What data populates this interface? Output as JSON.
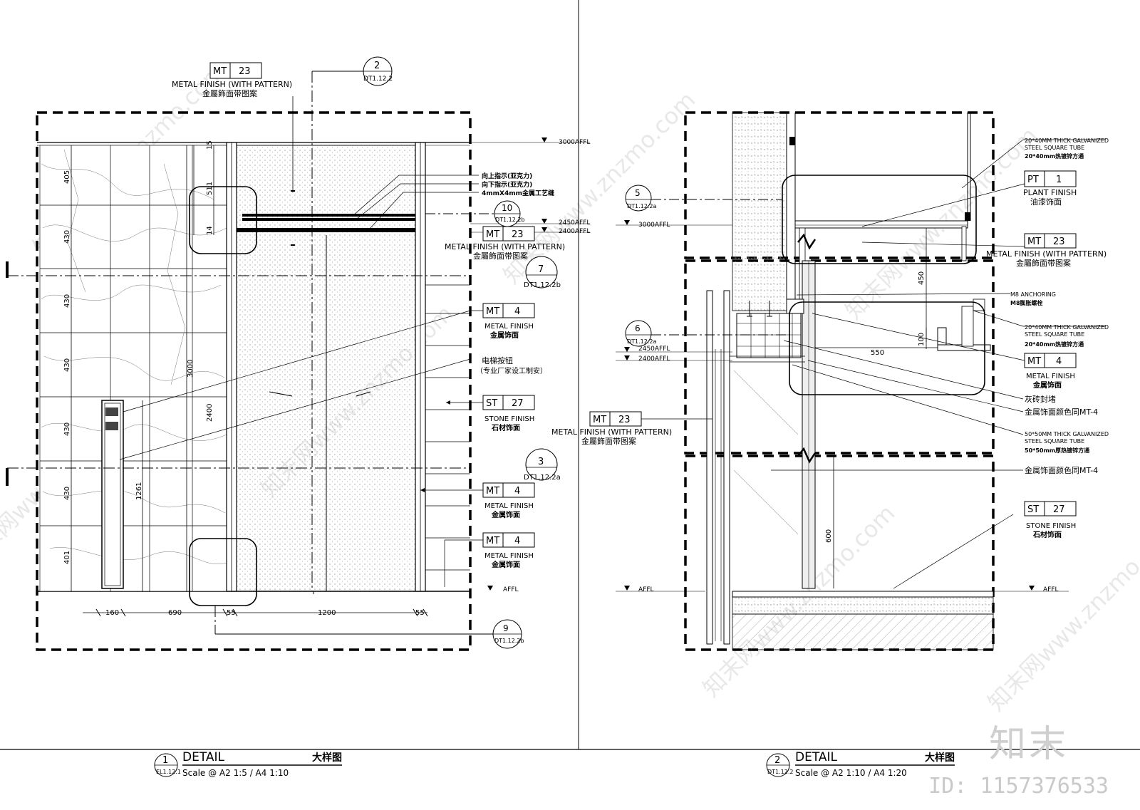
{
  "panels": [
    {
      "title_num": "1",
      "title_ref": "EL1.12.1",
      "title_en": "DETAIL",
      "title_cn": "大样图",
      "scale": "Scale @ A2 1:5 / A4 1:10"
    },
    {
      "title_num": "2",
      "title_ref": "DT1.12.2",
      "title_en": "DETAIL",
      "title_cn": "大样图",
      "scale": "Scale @ A2 1:10 / A4 1:20"
    }
  ],
  "left": {
    "tag_top": {
      "code": "MT",
      "num": "23",
      "en": "METAL FINISH (WITH PATTERN)",
      "cn": "金屬飾面带图案"
    },
    "callout_2": {
      "num": "2",
      "ref": "DT1.12.2"
    },
    "callout_10": {
      "num": "10",
      "ref": "DT1.12.2b"
    },
    "callout_7": {
      "num": "7",
      "ref": "DT1.12.2b"
    },
    "callout_3": {
      "num": "3",
      "ref": "DT1.12.2a"
    },
    "callout_9": {
      "num": "9",
      "ref": "DT1.12.2b"
    },
    "level_3000": "3000AFFL",
    "level_2450": "2450AFFL",
    "level_2400": "2400AFFL",
    "level_affl": "AFFL",
    "note_up": "向上指示(亚克力)",
    "note_down": "向下指示(亚克力)",
    "note_strip": "4mmX4mm金属工艺缝",
    "tag_mt23": {
      "code": "MT",
      "num": "23",
      "en": "METAL FINISH (WITH PATTERN)",
      "cn": "金屬飾面带图案"
    },
    "tag_mt4a": {
      "code": "MT",
      "num": "4",
      "en": "METAL FINISH",
      "cn": "金属饰面"
    },
    "note_button": "电梯按钮",
    "note_button2": "（专业厂家设工制安）",
    "tag_st27": {
      "code": "ST",
      "num": "27",
      "en": "STONE FINISH",
      "cn": "石材饰面"
    },
    "tag_mt4b": {
      "code": "MT",
      "num": "4",
      "en": "METAL FINISH",
      "cn": "金属饰面"
    },
    "tag_mt4c": {
      "code": "MT",
      "num": "4",
      "en": "METAL FINISH",
      "cn": "金属饰面"
    },
    "dims_v": [
      "405",
      "430",
      "430",
      "430",
      "430",
      "430",
      "401"
    ],
    "dims_v2": [
      "15",
      "511",
      "14"
    ],
    "dim_3000": "3000",
    "dim_2400": "2400",
    "dim_1261": "1261",
    "dims_h": [
      "160",
      "690",
      "55",
      "1200",
      "55"
    ]
  },
  "right": {
    "callout_5": {
      "num": "5",
      "ref": "DT1.12.2a"
    },
    "callout_6": {
      "num": "6",
      "ref": "DT1.12.2a"
    },
    "level_3000": "3000AFFL",
    "level_2450": "2450AFFL",
    "level_2400": "2400AFFL",
    "level_affl": "AFFL",
    "level_affl2": "AFFL",
    "note_tube1_en1": "20*40MM THICK GALVANIZED",
    "note_tube1_en2": "STEEL SQUARE TUBE",
    "note_tube1_cn": "20*40mm热镀锌方通",
    "tag_pt1": {
      "code": "PT",
      "num": "1",
      "en": "PLANT FINISH",
      "cn": "油漆饰面"
    },
    "tag_mt23": {
      "code": "MT",
      "num": "23",
      "en": "METAL FINISH (WITH PATTERN)",
      "cn": "金屬飾面带图案"
    },
    "note_m8_en": "M8 ANCHORING",
    "note_m8_cn": "M8膨胀螺栓",
    "note_tube2_en1": "20*40MM THICK GALVANIZED",
    "note_tube2_en2": "STEEL SQUARE TUBE",
    "note_tube2_cn": "20*40mm热镀锌方通",
    "tag_mt4": {
      "code": "MT",
      "num": "4",
      "en": "METAL FINISH",
      "cn": "金属饰面"
    },
    "note_brick": "灰砖封堵",
    "note_color": "金属饰面颜色同MT-4",
    "note_tube3_en1": "50*50MM THICK GALVANIZED",
    "note_tube3_en2": "STEEL SQUARE TUBE",
    "note_tube3_cn": "50*50mm厚热镀锌方通",
    "tag_mt23b": {
      "code": "MT",
      "num": "23",
      "en": "METAL FINISH (WITH PATTERN)",
      "cn": "金屬飾面带图案"
    },
    "note_color2": "金属饰面颜色同MT-4",
    "tag_st27": {
      "code": "ST",
      "num": "27",
      "en": "STONE FINISH",
      "cn": "石材饰面"
    },
    "dim_450": "450",
    "dim_100": "100",
    "dim_550": "550",
    "dim_600": "600"
  },
  "watermark": {
    "text": "知末网www.znzmo.com",
    "logo": "知末",
    "id": "ID: 1157376533"
  }
}
